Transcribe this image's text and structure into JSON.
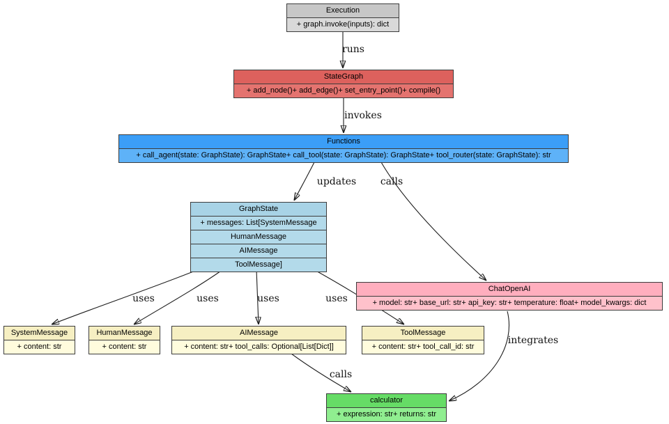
{
  "colors": {
    "execution": "#d9d9d9",
    "stategraph": "#e4736f",
    "functions": "#5eb2f8",
    "graphstate": "#b3daea",
    "chatopenai": "#ffc1cb",
    "message_boxes": "#fffcdd",
    "calculator": "#90ee90",
    "edge": "#1c1c1c"
  },
  "nodes": {
    "execution": {
      "title": "Execution",
      "rows": [
        "+ graph.invoke(inputs): dict"
      ]
    },
    "stategraph": {
      "title": "StateGraph",
      "rows": [
        "+ add_node()+ add_edge()+ set_entry_point()+ compile()"
      ]
    },
    "functions": {
      "title": "Functions",
      "rows": [
        "+ call_agent(state: GraphState): GraphState+ call_tool(state: GraphState): GraphState+ tool_router(state: GraphState): str"
      ]
    },
    "graphstate": {
      "title": "GraphState",
      "rows": [
        "+ messages: List[SystemMessage",
        "HumanMessage",
        "AIMessage",
        "ToolMessage]"
      ]
    },
    "chatopenai": {
      "title": "ChatOpenAI",
      "rows": [
        "+ model: str+ base_url: str+ api_key: str+ temperature: float+ model_kwargs: dict"
      ]
    },
    "systemmessage": {
      "title": "SystemMessage",
      "rows": [
        "+ content: str"
      ]
    },
    "humanmessage": {
      "title": "HumanMessage",
      "rows": [
        "+ content: str"
      ]
    },
    "aimessage": {
      "title": "AIMessage",
      "rows": [
        "+ content: str+ tool_calls: Optional[List[Dict]]"
      ]
    },
    "toolmessage": {
      "title": "ToolMessage",
      "rows": [
        "+ content: str+ tool_call_id: str"
      ]
    },
    "calculator": {
      "title": "calculator",
      "rows": [
        "+ expression: str+ returns: str"
      ]
    }
  },
  "edges": [
    {
      "from": "Execution",
      "to": "StateGraph",
      "label": "runs"
    },
    {
      "from": "StateGraph",
      "to": "Functions",
      "label": "invokes"
    },
    {
      "from": "Functions",
      "to": "GraphState",
      "label": "updates"
    },
    {
      "from": "Functions",
      "to": "ChatOpenAI",
      "label": "calls"
    },
    {
      "from": "GraphState",
      "to": "SystemMessage",
      "label": "uses"
    },
    {
      "from": "GraphState",
      "to": "HumanMessage",
      "label": "uses"
    },
    {
      "from": "GraphState",
      "to": "AIMessage",
      "label": "uses"
    },
    {
      "from": "GraphState",
      "to": "ToolMessage",
      "label": "uses"
    },
    {
      "from": "AIMessage",
      "to": "calculator",
      "label": "calls"
    },
    {
      "from": "ChatOpenAI",
      "to": "calculator",
      "label": "integrates"
    }
  ]
}
